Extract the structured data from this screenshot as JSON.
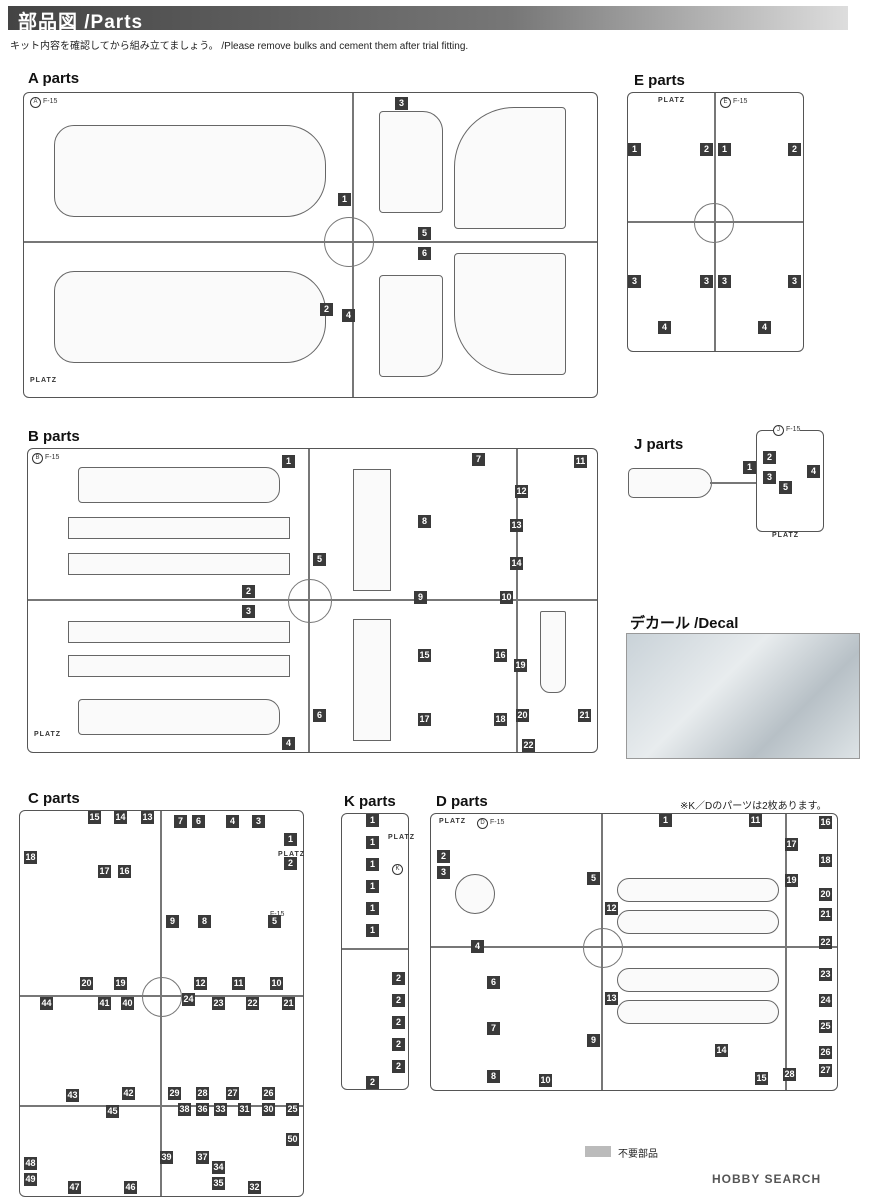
{
  "header": {
    "title": "部品図 /Parts",
    "instruction": "キット内容を確認してから組み立てましょう。 /Please remove bulks and cement them after trial fitting."
  },
  "sections": {
    "A": {
      "title": "A parts",
      "corner": "A",
      "corner_text": "F-15",
      "logo": "PLATZ",
      "numbers": [
        "1",
        "2",
        "3",
        "4",
        "5",
        "6"
      ]
    },
    "E": {
      "title": "E parts",
      "corner": "E",
      "corner_text": "F-15",
      "logo": "PLATZ",
      "numbers": [
        "1",
        "2",
        "1",
        "2",
        "3",
        "3",
        "3",
        "3",
        "4",
        "4"
      ]
    },
    "B": {
      "title": "B parts",
      "corner": "B",
      "corner_text": "F-15",
      "logo": "PLATZ",
      "numbers": [
        "1",
        "2",
        "3",
        "4",
        "5",
        "6",
        "7",
        "8",
        "9",
        "10",
        "11",
        "12",
        "13",
        "14",
        "15",
        "16",
        "17",
        "18",
        "19",
        "20",
        "21",
        "22"
      ]
    },
    "J": {
      "title": "J parts",
      "corner": "J",
      "corner_text": "F-15",
      "logo": "PLATZ",
      "numbers": [
        "1",
        "2",
        "3",
        "4",
        "5"
      ]
    },
    "decal": {
      "title": "デカール /Decal"
    },
    "C": {
      "title": "C parts",
      "corner_text": "F-15",
      "logo": "PLATZ",
      "numbers": [
        "1",
        "2",
        "3",
        "4",
        "5",
        "6",
        "7",
        "8",
        "9",
        "10",
        "11",
        "12",
        "13",
        "14",
        "15",
        "16",
        "17",
        "18",
        "19",
        "20",
        "21",
        "22",
        "23",
        "24",
        "25",
        "26",
        "27",
        "28",
        "29",
        "30",
        "31",
        "32",
        "33",
        "34",
        "35",
        "36",
        "37",
        "38",
        "39",
        "40",
        "41",
        "42",
        "43",
        "44",
        "45",
        "46",
        "47",
        "48",
        "49",
        "50"
      ]
    },
    "K": {
      "title": "K parts",
      "corner": "K",
      "logo": "PLATZ",
      "numbers": [
        "1",
        "1",
        "1",
        "1",
        "1",
        "1",
        "2",
        "2",
        "2",
        "2",
        "2",
        "2"
      ]
    },
    "D": {
      "title": "D parts",
      "corner": "D",
      "corner_text": "F-15",
      "logo": "PLATZ",
      "note": "※K／Dのパーツは2枚あります。",
      "numbers": [
        "1",
        "2",
        "3",
        "4",
        "5",
        "6",
        "7",
        "8",
        "9",
        "10",
        "11",
        "12",
        "13",
        "14",
        "15",
        "16",
        "17",
        "18",
        "19",
        "20",
        "21",
        "22",
        "23",
        "24",
        "25",
        "26",
        "27",
        "28"
      ]
    }
  },
  "legend": {
    "label": "不要部品",
    "swatch_color": "#bbbbbb"
  },
  "watermark": "HOBBY SEARCH"
}
